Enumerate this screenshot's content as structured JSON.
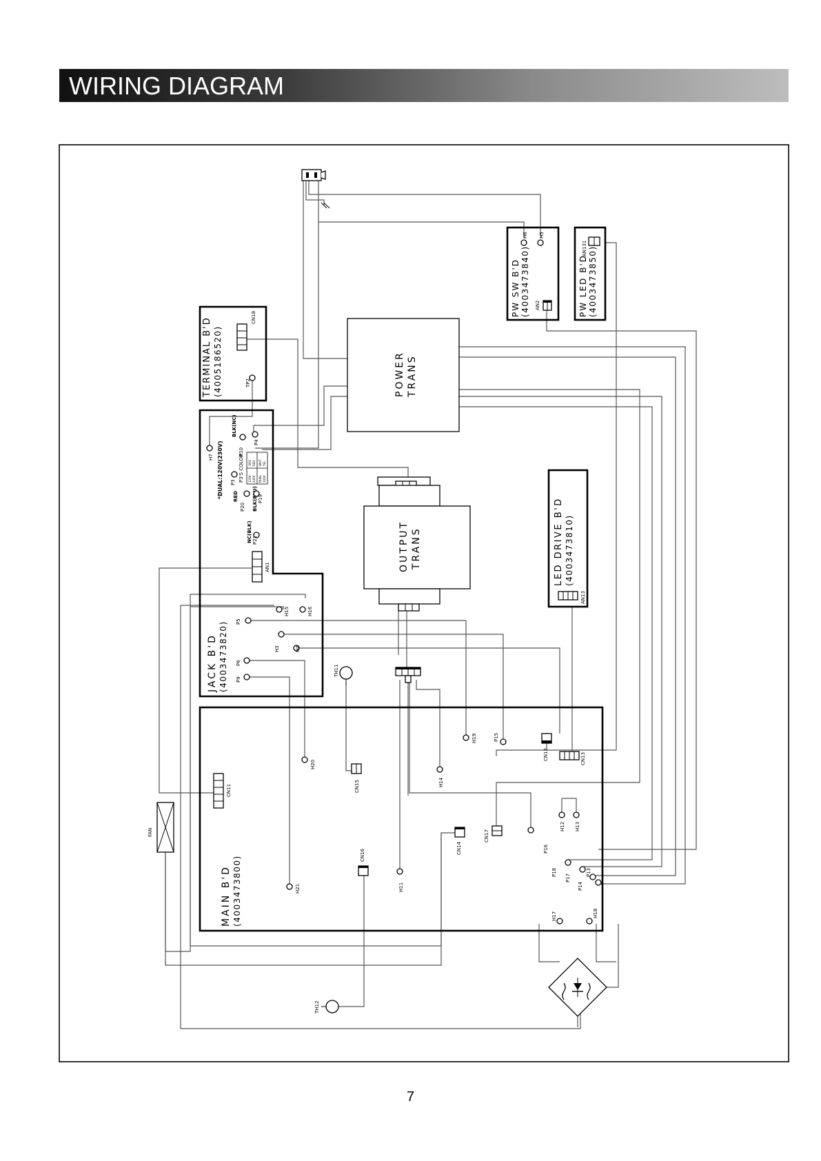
{
  "header": {
    "title": "WIRING DIAGRAM"
  },
  "page_number": "7",
  "boards": {
    "terminal": {
      "name": "TERMINAL B'D",
      "code": "(4005186520)",
      "connector": "CN18",
      "pin": "TP2"
    },
    "pw_sw": {
      "name": "PW SW B'D",
      "code": "(4003473840)",
      "connector": "AN2",
      "pins": [
        "H6",
        "H5"
      ]
    },
    "pw_led": {
      "name": "PW LED B'D",
      "code": "(4003473850)",
      "connector": "AN131"
    },
    "led_drive": {
      "name": "LED DRIVE B'D",
      "code": "(4003473810)",
      "connector": "AN13"
    },
    "jack": {
      "name": "JACK B'D",
      "code": "(4003473820)"
    },
    "main": {
      "name": "MAIN B'D",
      "code": "(4003473800)"
    }
  },
  "components": {
    "power_trans": [
      "POWER",
      "TRANS"
    ],
    "output_trans": [
      "OUTPUT",
      "TRANS"
    ],
    "fan": "FAN",
    "thermistors": [
      "TH11",
      "TH12"
    ]
  },
  "jack_labels": {
    "dual_note": "*DUAL:120V(230V)",
    "p3_color": "P3'S COLOR",
    "wire_colors": [
      "RED",
      "BLK(BLU)",
      "NC(BLK)",
      "BLK(NC)"
    ],
    "color_table": [
      [
        "120V",
        "ORG"
      ],
      [
        "240V",
        "RED"
      ],
      [
        "DUAL",
        "WHT"
      ],
      [
        "100V",
        "YEL"
      ]
    ],
    "connector": "AN1",
    "pins": [
      "H7",
      "P10",
      "P4",
      "P3",
      "P20",
      "P19",
      "P21",
      "H15",
      "H16",
      "P5",
      "H3",
      "H4",
      "P6",
      "P9"
    ]
  },
  "main_labels": {
    "connectors": [
      "CN11",
      "CN15",
      "CN16",
      "CN14",
      "CN17",
      "CN12",
      "CN13"
    ],
    "pins": [
      "H20",
      "H21",
      "H19",
      "P15",
      "H14",
      "H11",
      "H12",
      "H13",
      "P16",
      "P18",
      "P17",
      "P14",
      "P13",
      "H17",
      "H18"
    ]
  }
}
